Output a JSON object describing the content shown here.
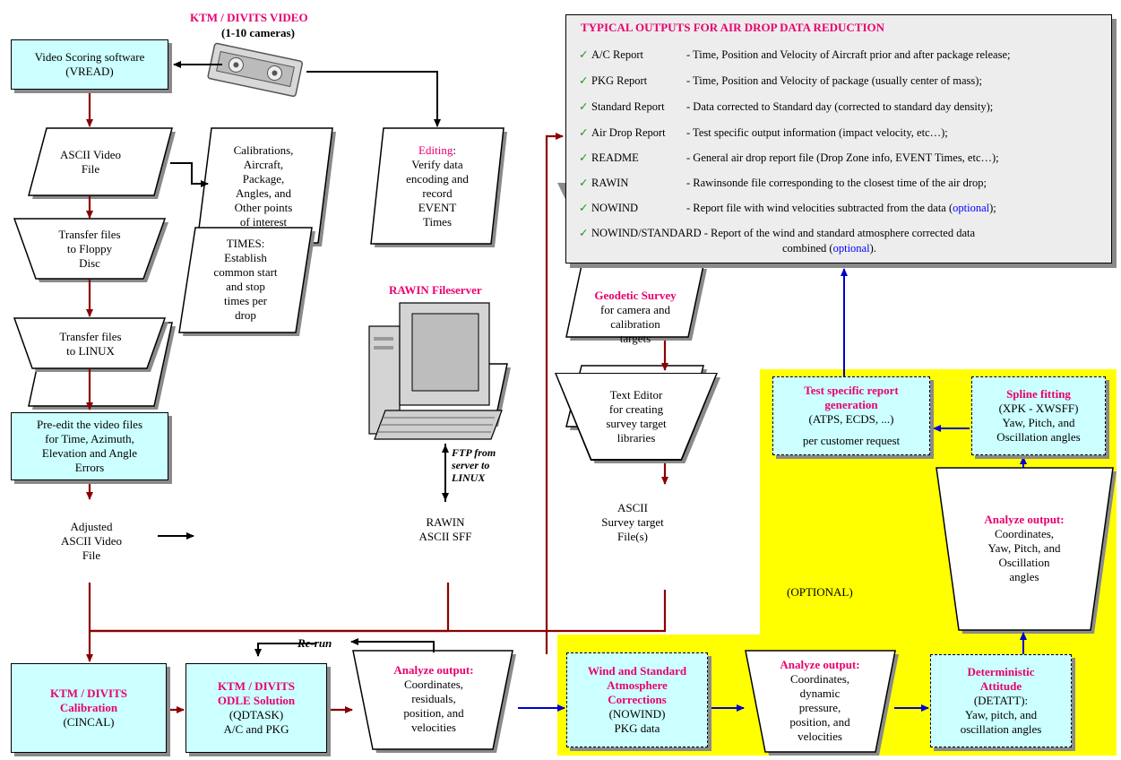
{
  "header": {
    "title": "KTM / DIVITS VIDEO",
    "subtitle": "(1-10 cameras)"
  },
  "rawin_server": {
    "title": "RAWIN Fileserver",
    "ftp_label": "FTP from server to LINUX"
  },
  "rerun_label": "Re-run",
  "optional_label": "(OPTIONAL)",
  "left_column": [
    {
      "lines": [
        "Video Scoring software",
        "(VREAD)"
      ]
    },
    {
      "lines": [
        "ASCII Video",
        "File"
      ]
    },
    {
      "lines": [
        "Transfer files",
        "to Floppy",
        "Disc"
      ]
    },
    {
      "lines": [
        "Transfer files",
        "to LINUX"
      ]
    },
    {
      "lines": [
        "Pre-edit the video files",
        "for Time, Azimuth,",
        "Elevation and Angle",
        "Errors"
      ]
    },
    {
      "lines": [
        "Adjusted",
        "ASCII Video",
        "File"
      ]
    }
  ],
  "calibrations": {
    "lines": [
      "Calibrations,",
      "Aircraft,",
      "Package,",
      "Angles, and",
      "Other points",
      "of interest"
    ]
  },
  "editing": {
    "title": "Editing",
    "lines": [
      "Verify data",
      "encoding and",
      "record",
      "EVENT",
      "Times"
    ]
  },
  "times": {
    "lines": [
      "TIMES:",
      "Establish",
      "common start",
      "and stop",
      "times per",
      "drop"
    ]
  },
  "rawin_file": {
    "lines": [
      "RAWIN",
      "ASCII SFF"
    ]
  },
  "geodetic": {
    "title": "Geodetic Survey",
    "lines": [
      "for camera and",
      "calibration",
      "targets"
    ]
  },
  "text_editor": {
    "lines": [
      "Text Editor",
      "for creating",
      "survey target",
      "libraries"
    ]
  },
  "ascii_survey": {
    "lines": [
      "ASCII",
      "Survey target",
      "File(s)"
    ]
  },
  "bottom_row": {
    "calibration": {
      "title": [
        "KTM / DIVITS",
        "Calibration"
      ],
      "sub": "(CINCAL)"
    },
    "odle": {
      "title": [
        "KTM / DIVITS",
        "ODLE Solution"
      ],
      "sub": [
        "(QDTASK)",
        "A/C and PKG"
      ]
    },
    "analyze1": {
      "title": "Analyze output:",
      "lines": [
        "Coordinates,",
        "residuals,",
        "position, and",
        "velocities"
      ]
    },
    "wind": {
      "title": [
        "Wind and Standard",
        "Atmosphere",
        "Corrections"
      ],
      "sub": [
        "(NOWIND)",
        "PKG data"
      ]
    },
    "analyze2": {
      "title": "Analyze output:",
      "lines": [
        "Coordinates,",
        "dynamic",
        "pressure,",
        "position, and",
        "velocities"
      ]
    },
    "deterministic": {
      "title": [
        "Deterministic",
        "Attitude"
      ],
      "sub": [
        "(DETATT):",
        "Yaw, pitch, and",
        "oscillation angles"
      ]
    }
  },
  "right_column": {
    "report_gen": {
      "title": [
        "Test specific report",
        "generation"
      ],
      "sub": [
        "(ATPS, ECDS, ...)",
        "",
        "per customer request"
      ]
    },
    "spline": {
      "title": "Spline fitting",
      "sub": [
        "(XPK - XWSFF)",
        "Yaw, Pitch, and",
        "Oscillation angles"
      ]
    },
    "analyze3": {
      "title": "Analyze output:",
      "lines": [
        "Coordinates,",
        "Yaw, Pitch, and",
        "Oscillation",
        "angles"
      ]
    }
  },
  "outputs": {
    "title": "TYPICAL OUTPUTS FOR AIR DROP DATA REDUCTION",
    "check_glyph": "✓",
    "items": [
      {
        "name": "A/C Report",
        "desc": "- Time, Position and Velocity of Aircraft prior and after package release;"
      },
      {
        "name": "PKG Report",
        "desc": "- Time, Position and Velocity of package (usually center of mass);"
      },
      {
        "name": "Standard Report",
        "desc": "- Data corrected to Standard day (corrected to standard day density);"
      },
      {
        "name": "Air Drop Report",
        "desc": "- Test specific output information (impact velocity, etc…);"
      },
      {
        "name": "README",
        "desc": "- General air drop report file (Drop Zone info, EVENT Times, etc…);"
      },
      {
        "name": "RAWIN",
        "desc": "- Rawinsonde file corresponding to the closest time of the air drop;"
      },
      {
        "name": "NOWIND",
        "desc": "- Report file with wind velocities subtracted from the data (",
        "optional": "optional",
        "tail": ");"
      },
      {
        "name": "NOWIND/STANDARD",
        "desc": "- Report of the wind and standard atmosphere corrected data",
        "desc2": "combined (",
        "optional": "optional",
        "tail": ")."
      }
    ]
  },
  "colors": {
    "box_fill": "#ccffff",
    "highlight": "#ffff00",
    "title_red": "#e8006e",
    "arrow_dark_red": "#8b0000",
    "arrow_blue": "#0000cc",
    "check_green": "#1a9a1a"
  }
}
